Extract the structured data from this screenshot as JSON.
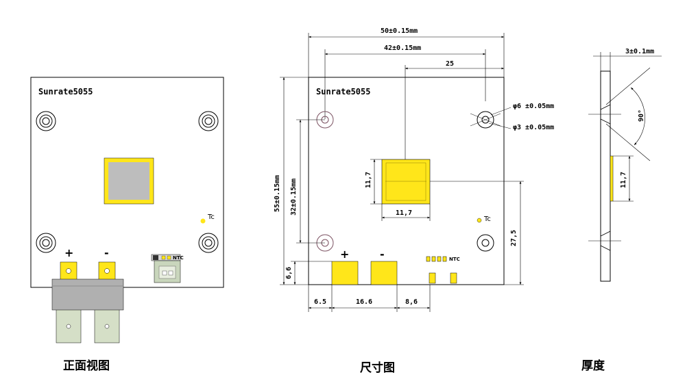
{
  "board": {
    "label": "Sunrate5055",
    "plus": "+",
    "minus": "-",
    "ntc": "NTC",
    "tc": "Tc"
  },
  "views": {
    "front": "正面视图",
    "dimension": "尺寸图",
    "thickness": "厚度"
  },
  "dimensions": {
    "width_total": "50±0.15mm",
    "hole_spacing_x": "42±0.15mm",
    "chip_offset_x": "25",
    "hole_large": "φ6 ±0.05mm",
    "hole_small": "φ3 ±0.05mm",
    "height_total": "55±0.15mm",
    "hole_spacing_y": "32±0.15mm",
    "chip_height": "11,7",
    "chip_width": "11,7",
    "chip_offset_y": "27,5",
    "pad_height": "6,6",
    "pad_left": "6.5",
    "pad_spacing": "16.6",
    "pad_right": "8,6",
    "thickness": "3±0.1mm",
    "angle": "90°",
    "side_chip": "11,7"
  },
  "colors": {
    "pad_yellow": "#ffe61a",
    "chip_gray": "#bdbdbd",
    "terminal_gray": "#b0b0b0",
    "terminal_light": "#d5dfc7",
    "outline": "#000000",
    "hole_ring": "#7a5060"
  }
}
